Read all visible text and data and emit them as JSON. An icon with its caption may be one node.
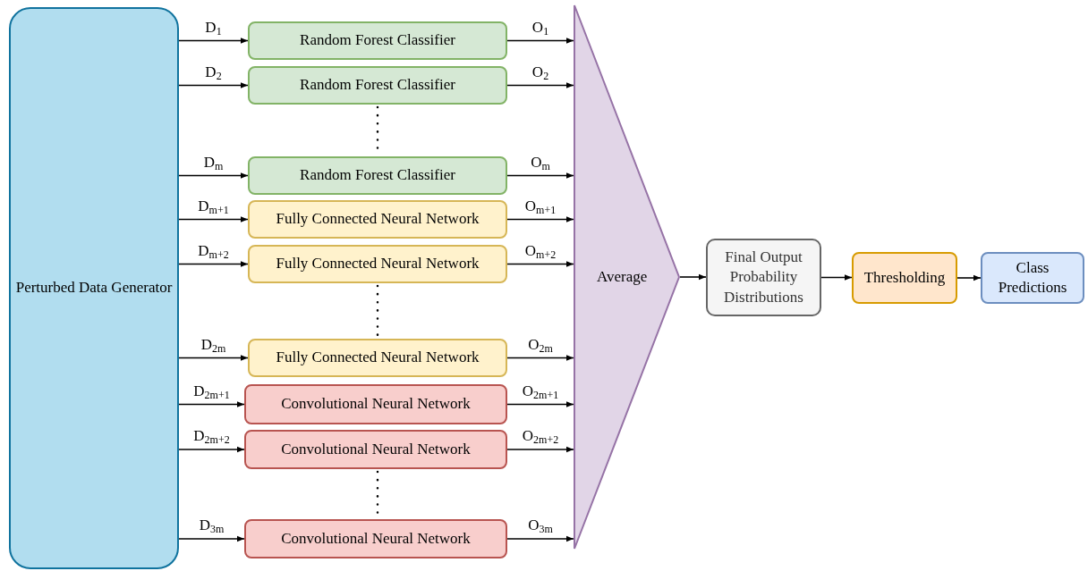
{
  "diagram": {
    "nodes": [
      {
        "text": [
          "Perturbed Data Generator"
        ]
      },
      {
        "text": [
          "Random Forest Classifier"
        ]
      },
      {
        "text": [
          "Random Forest Classifier"
        ]
      },
      {
        "text": [
          "Random Forest Classifier"
        ]
      },
      {
        "text": [
          "Fully Connected Neural Network"
        ]
      },
      {
        "text": [
          "Fully Connected Neural Network"
        ]
      },
      {
        "text": [
          "Fully Connected Neural Network"
        ]
      },
      {
        "text": [
          "Convolutional Neural Network"
        ]
      },
      {
        "text": [
          "Convolutional Neural Network"
        ]
      },
      {
        "text": [
          "Convolutional Neural Network"
        ]
      },
      {
        "text": [
          "Average"
        ]
      },
      {
        "text": [
          "Final Output Probability Distributions"
        ]
      },
      {
        "text": [
          "Thresholding"
        ]
      },
      {
        "text": [
          "Class Predictions"
        ]
      }
    ],
    "edges": [
      {
        "from": 0,
        "to": 1,
        "arrow": "to",
        "label": "D$_{1}$"
      },
      {
        "from": 0,
        "to": 2,
        "arrow": "to",
        "label": "D$_{2}$"
      },
      {
        "from": 0,
        "to": 3,
        "arrow": "to",
        "label": "D$_{m}$"
      },
      {
        "from": 0,
        "to": 4,
        "arrow": "to",
        "label": "D$_{m+1}$"
      },
      {
        "from": 0,
        "to": 5,
        "arrow": "to",
        "label": "D$_{m+2}$"
      },
      {
        "from": 0,
        "to": 6,
        "arrow": "to",
        "label": "D$_{2m}$"
      },
      {
        "from": 0,
        "to": 7,
        "arrow": "to",
        "label": "D$_{2m+1}$"
      },
      {
        "from": 0,
        "to": 8,
        "arrow": "to",
        "label": "D$_{2m+2}$"
      },
      {
        "from": 0,
        "to": 9,
        "arrow": "to",
        "label": "D$_{3m}$"
      },
      {
        "from": 1,
        "to": 10,
        "arrow": "to",
        "label": "O$_{1}$"
      },
      {
        "from": 2,
        "to": 10,
        "arrow": "to",
        "label": "O$_{2}$"
      },
      {
        "from": 3,
        "to": 10,
        "arrow": "to",
        "label": "O$_{m}$"
      },
      {
        "from": 4,
        "to": 10,
        "arrow": "to",
        "label": "O$_{m+1}$"
      },
      {
        "from": 5,
        "to": 10,
        "arrow": "to",
        "label": "O$_{m+2}$"
      },
      {
        "from": 6,
        "to": 10,
        "arrow": "to",
        "label": "O$_{2m}$"
      },
      {
        "from": 7,
        "to": 10,
        "arrow": "to",
        "label": "O$_{2m+1}$"
      },
      {
        "from": 8,
        "to": 10,
        "arrow": "to",
        "label": "O$_{2m+2}$"
      },
      {
        "from": 9,
        "to": 10,
        "arrow": "to",
        "label": "O$_{3m}$"
      },
      {
        "from": 10,
        "to": 11,
        "arrow": "to"
      },
      {
        "from": 11,
        "to": 12,
        "arrow": "to"
      },
      {
        "from": 12,
        "to": 13,
        "arrow": "to"
      }
    ]
  }
}
